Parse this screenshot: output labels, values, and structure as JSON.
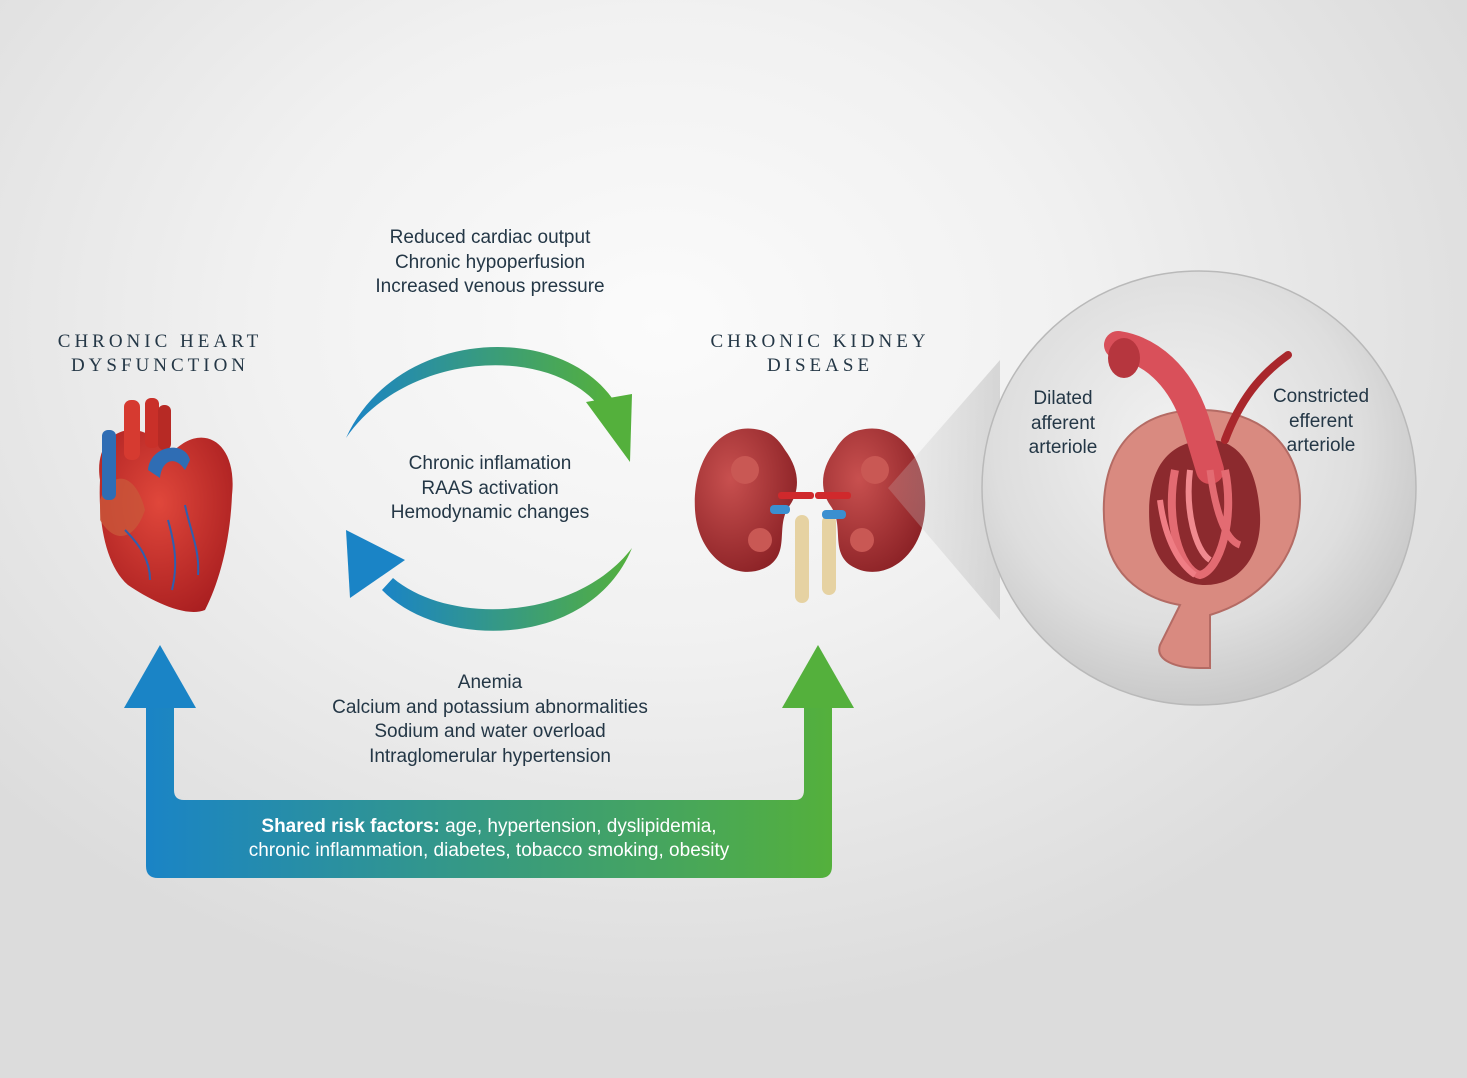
{
  "heart": {
    "title_line1": "CHRONIC HEART",
    "title_line2": "DYSFUNCTION"
  },
  "kidney": {
    "title_line1": "CHRONIC KIDNEY",
    "title_line2": "DISEASE"
  },
  "top_effects": [
    "Reduced cardiac output",
    "Chronic hypoperfusion",
    "Increased venous pressure"
  ],
  "center_effects": [
    "Chronic inflamation",
    "RAAS activation",
    "Hemodynamic changes"
  ],
  "bottom_effects": [
    "Anemia",
    "Calcium and potassium abnormalities",
    "Sodium and water overload",
    "Intraglomerular hypertension"
  ],
  "shared": {
    "label": "Shared risk factors:",
    "line1_rest": " age, hypertension, dyslipidemia,",
    "line2": "chronic inflammation, diabetes, tobacco smoking, obesity"
  },
  "glomerulus": {
    "afferent": [
      "Dilated",
      "afferent",
      "arteriole"
    ],
    "efferent": [
      "Constricted",
      "efferent",
      "arteriole"
    ]
  },
  "colors": {
    "blue": "#1a84c6",
    "green": "#54b03c",
    "text": "#243746"
  }
}
